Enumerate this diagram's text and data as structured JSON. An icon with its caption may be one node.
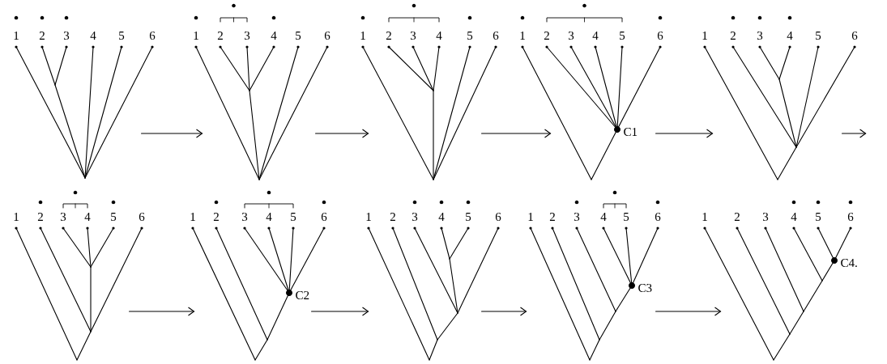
{
  "diagram": {
    "nodes": [
      {
        "text": [
          "1",
          "2",
          "3",
          "4",
          "5",
          "6"
        ]
      },
      {
        "text": [
          "1",
          "2",
          "3",
          "4",
          "5",
          "6"
        ]
      },
      {
        "text": [
          "1",
          "2",
          "3",
          "4",
          "5",
          "6"
        ]
      },
      {
        "text": [
          "1",
          "2",
          "3",
          "4",
          "5",
          "6",
          "C1"
        ]
      },
      {
        "text": [
          "1",
          "2",
          "3",
          "4",
          "5",
          "6"
        ]
      },
      {
        "text": [
          "1",
          "2",
          "3",
          "4",
          "5",
          "6"
        ]
      },
      {
        "text": [
          "1",
          "2",
          "3",
          "4",
          "5",
          "6",
          "C2"
        ]
      },
      {
        "text": [
          "1",
          "2",
          "3",
          "4",
          "5",
          "6"
        ]
      },
      {
        "text": [
          "1",
          "2",
          "3",
          "4",
          "5",
          "6",
          "C3"
        ]
      },
      {
        "text": [
          "1",
          "2",
          "3",
          "4",
          "5",
          "6",
          "C4."
        ]
      }
    ],
    "edges": [
      {
        "from": 0,
        "to": 1,
        "arrow": "to"
      },
      {
        "from": 1,
        "to": 2,
        "arrow": "to"
      },
      {
        "from": 2,
        "to": 3,
        "arrow": "to"
      },
      {
        "from": 3,
        "to": 4,
        "arrow": "to"
      },
      {
        "from": 4,
        "to": null,
        "arrow": "to"
      },
      {
        "from": 5,
        "to": 6,
        "arrow": "to"
      },
      {
        "from": 6,
        "to": 7,
        "arrow": "to"
      },
      {
        "from": 7,
        "to": 8,
        "arrow": "to"
      },
      {
        "from": 8,
        "to": 9,
        "arrow": "to"
      }
    ]
  }
}
